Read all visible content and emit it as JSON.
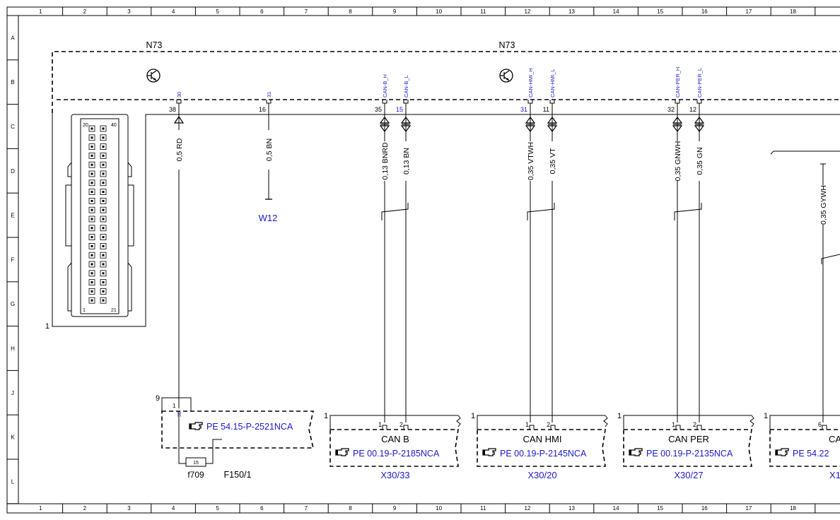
{
  "columns": [
    "1",
    "2",
    "3",
    "4",
    "5",
    "6",
    "7",
    "8",
    "9",
    "10",
    "11",
    "12",
    "13",
    "14",
    "15",
    "16",
    "17",
    "18"
  ],
  "rows": [
    "A",
    "B",
    "C",
    "D",
    "E",
    "F",
    "G",
    "H",
    "J",
    "K",
    "L"
  ],
  "module": {
    "label_left": "N73",
    "label_right": "N73",
    "connector_ref": "1"
  },
  "connector_drawing": {
    "pin_top_left": "20",
    "pin_top_right": "40",
    "pin_bottom_left": "1",
    "pin_bottom_right": "21"
  },
  "pin_tags": [
    "30",
    "31",
    "CAN-B_H",
    "CAN-B_L",
    "CAN-HMI_H",
    "CAN-HMI_L",
    "CAN-PER_H",
    "CAN-PER_L"
  ],
  "pin_numbers": [
    "38",
    "16",
    "35",
    "15",
    "31",
    "11",
    "32",
    "12"
  ],
  "wires": [
    "0,5 RD",
    "0,5 BN",
    "0,13 BNRD",
    "0,13 BN",
    "0,35 VTWH",
    "0,35 VT",
    "0,35 GNWH",
    "0,35 GN",
    "0,35 GYWH"
  ],
  "ground": "W12",
  "fuse": {
    "ref": "9",
    "pin_top": "1",
    "tag": "30",
    "reference": "PE 54.15-P-2521NCA",
    "fuse_value": "15",
    "fuse_name": "f709",
    "name": "F150/1"
  },
  "can_boxes": [
    {
      "ref": "1",
      "pin1": "1",
      "pin2": "2",
      "title": "CAN B",
      "reference": "PE 00.19-P-2185NCA",
      "connector": "X30/33"
    },
    {
      "ref": "1",
      "pin1": "1",
      "pin2": "2",
      "title": "CAN HMI",
      "reference": "PE 00.19-P-2145NCA",
      "connector": "X30/20"
    },
    {
      "ref": "1",
      "pin1": "1",
      "pin2": "2",
      "title": "CAN PER",
      "reference": "PE 00.19-P-2135NCA",
      "connector": "X30/27"
    },
    {
      "ref": "1",
      "pin1": "6",
      "title": "CA",
      "reference": "PE 54.22",
      "connector": "X1"
    }
  ]
}
